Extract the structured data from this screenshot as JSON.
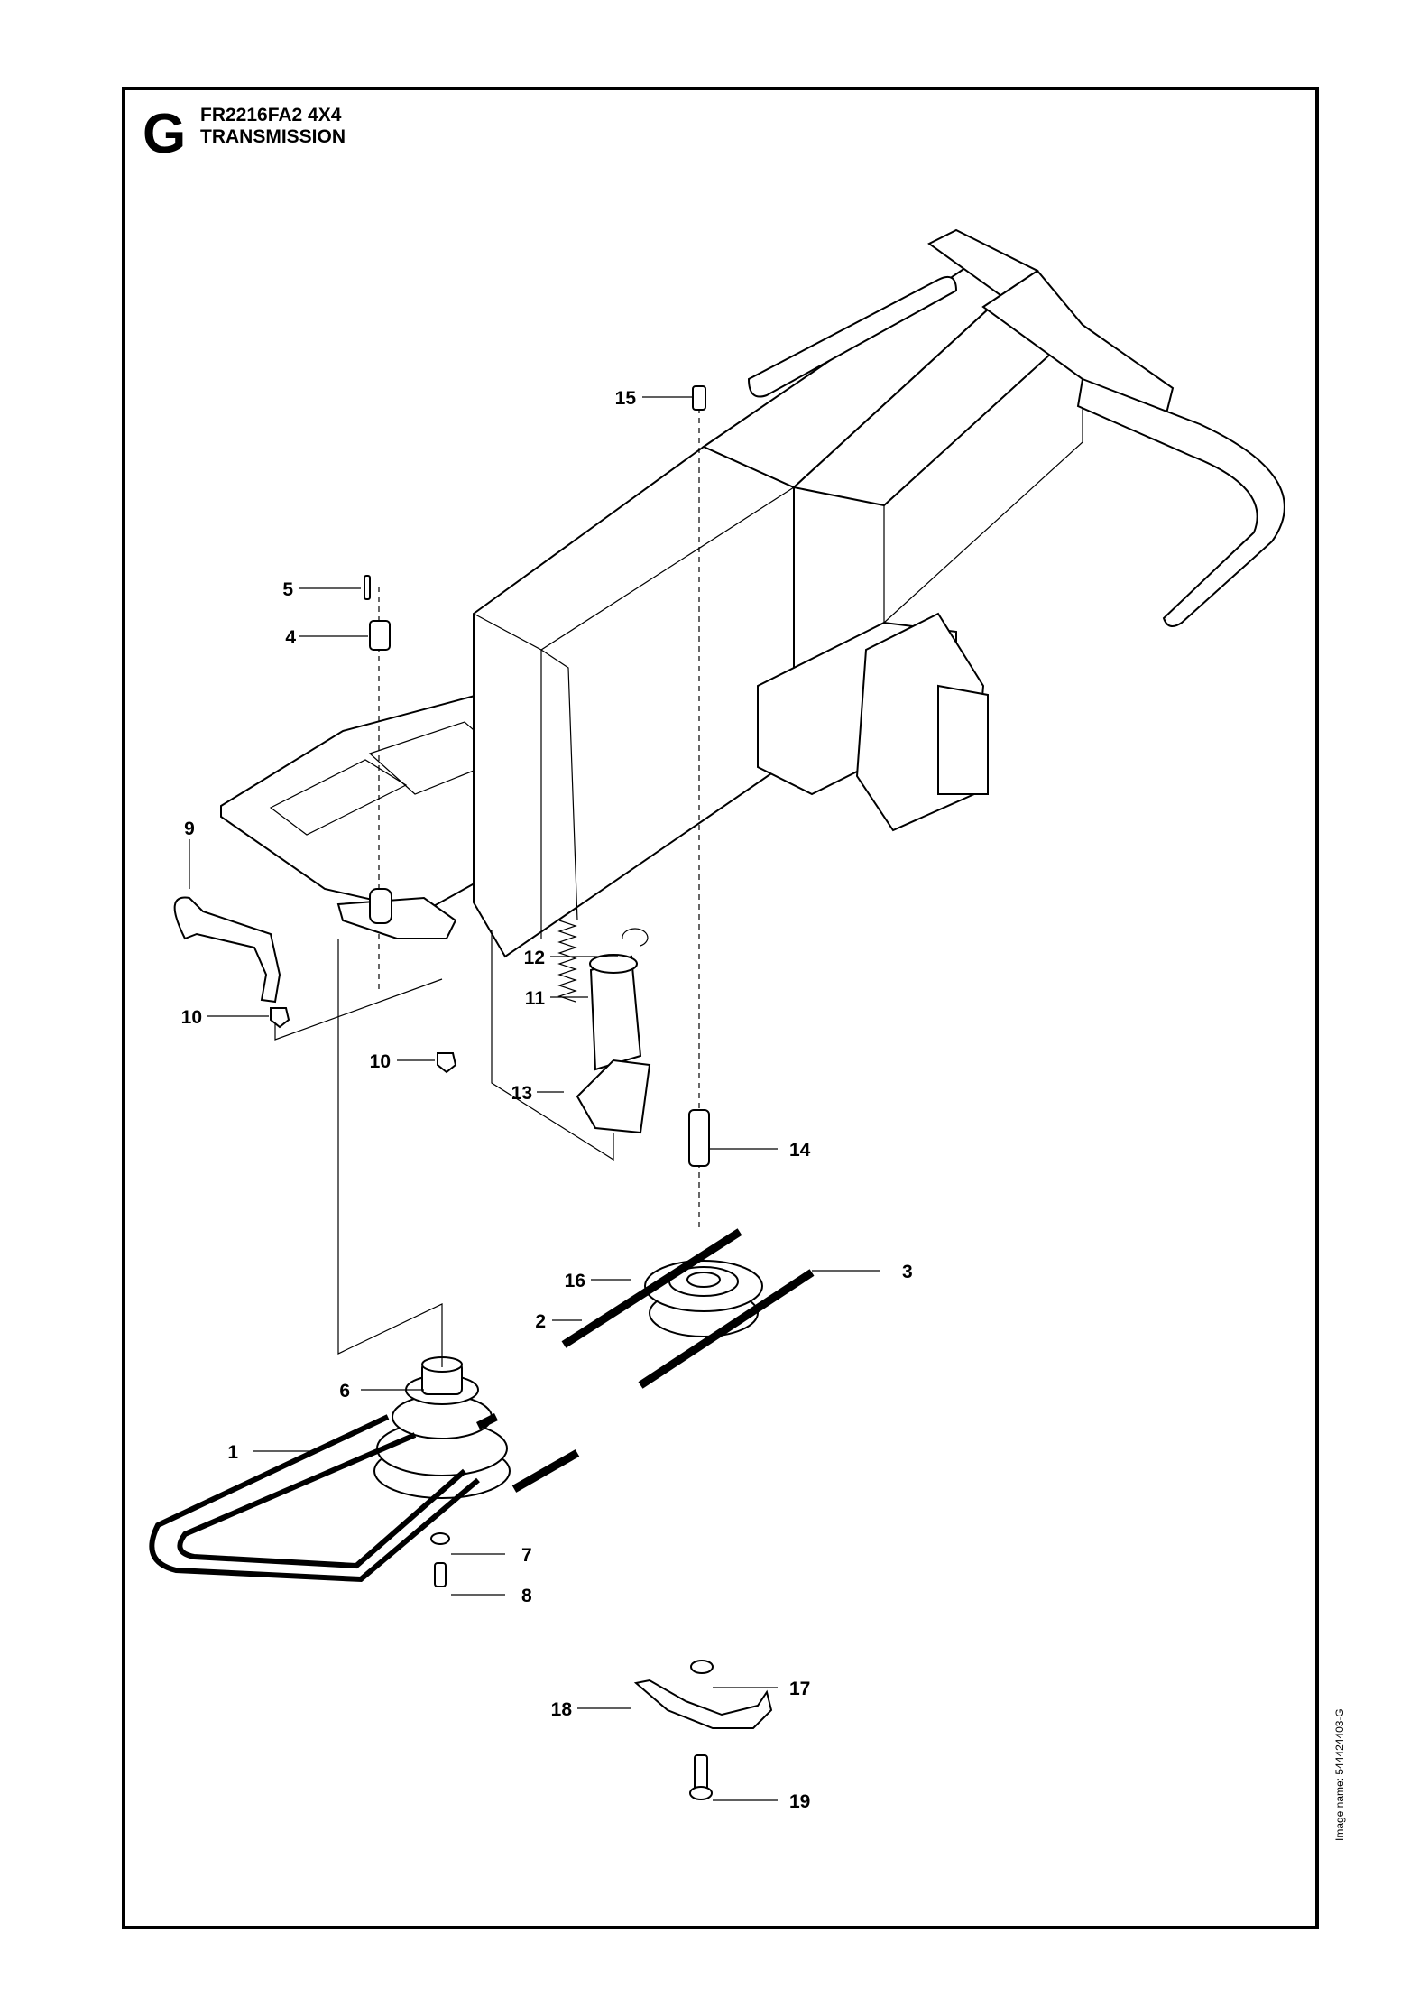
{
  "header": {
    "section_letter": "G",
    "model": "FR2216FA2 4X4",
    "title": "TRANSMISSION"
  },
  "footer": {
    "image_name": "Image name: 544424403-G"
  },
  "callouts": [
    {
      "num": "1"
    },
    {
      "num": "2"
    },
    {
      "num": "3"
    },
    {
      "num": "4"
    },
    {
      "num": "5"
    },
    {
      "num": "6"
    },
    {
      "num": "7"
    },
    {
      "num": "8"
    },
    {
      "num": "9"
    },
    {
      "num": "10"
    },
    {
      "num": "10"
    },
    {
      "num": "11"
    },
    {
      "num": "12"
    },
    {
      "num": "13"
    },
    {
      "num": "14"
    },
    {
      "num": "15"
    },
    {
      "num": "16"
    },
    {
      "num": "17"
    },
    {
      "num": "18"
    },
    {
      "num": "19"
    }
  ]
}
